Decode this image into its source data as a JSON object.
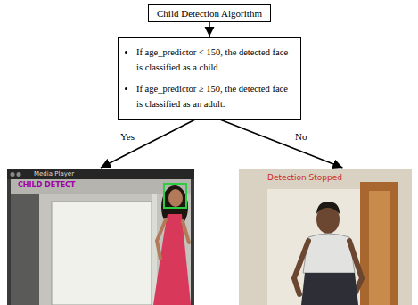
{
  "diagram": {
    "nodes": [
      {
        "text": [
          "Child Detection Algorithm"
        ]
      },
      {
        "text": [
          "If age_predictor < 150, the detected face is classified as a child.",
          "If age_predictor ≥ 150, the detected face is classified as an adult."
        ]
      },
      {
        "text": [
          "Media Player",
          "CHILD DETECT"
        ]
      },
      {
        "text": [
          "Detection Stopped"
        ]
      }
    ],
    "edges": [
      {
        "from": 0,
        "to": 1,
        "arrow": "to"
      },
      {
        "from": 1,
        "to": 2,
        "label": "Yes",
        "arrow": "to"
      },
      {
        "from": 1,
        "to": 3,
        "label": "No",
        "arrow": "to"
      }
    ]
  }
}
